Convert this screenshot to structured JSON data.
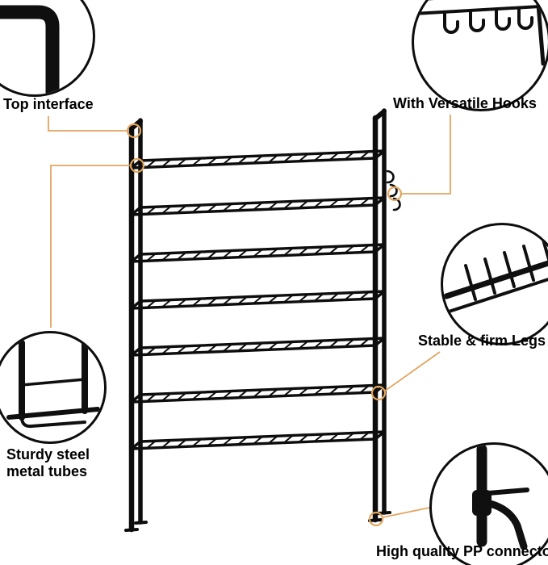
{
  "image": {
    "kind": "product-feature-annotation",
    "background": "#ffffff",
    "accent_color": "#e2a55e",
    "rack_color": "#0d0d0d",
    "tiers": 7
  },
  "icons": {
    "top_left": "tube-corner-icon",
    "top_right": "hooks-icon",
    "right": "shelf-slats-icon",
    "left": "tube-frame-icon",
    "bottom_right": "pp-connector-icon"
  },
  "callouts": {
    "top_interface": {
      "label": "Top interface"
    },
    "versatile_hooks": {
      "label": "With Versatile Hooks"
    },
    "stable_legs": {
      "label": "Stable & firm Legs"
    },
    "steel_tubes": {
      "label": "Sturdy steel metal tubes"
    },
    "pp_connector": {
      "label": "High quality PP connecto"
    }
  }
}
